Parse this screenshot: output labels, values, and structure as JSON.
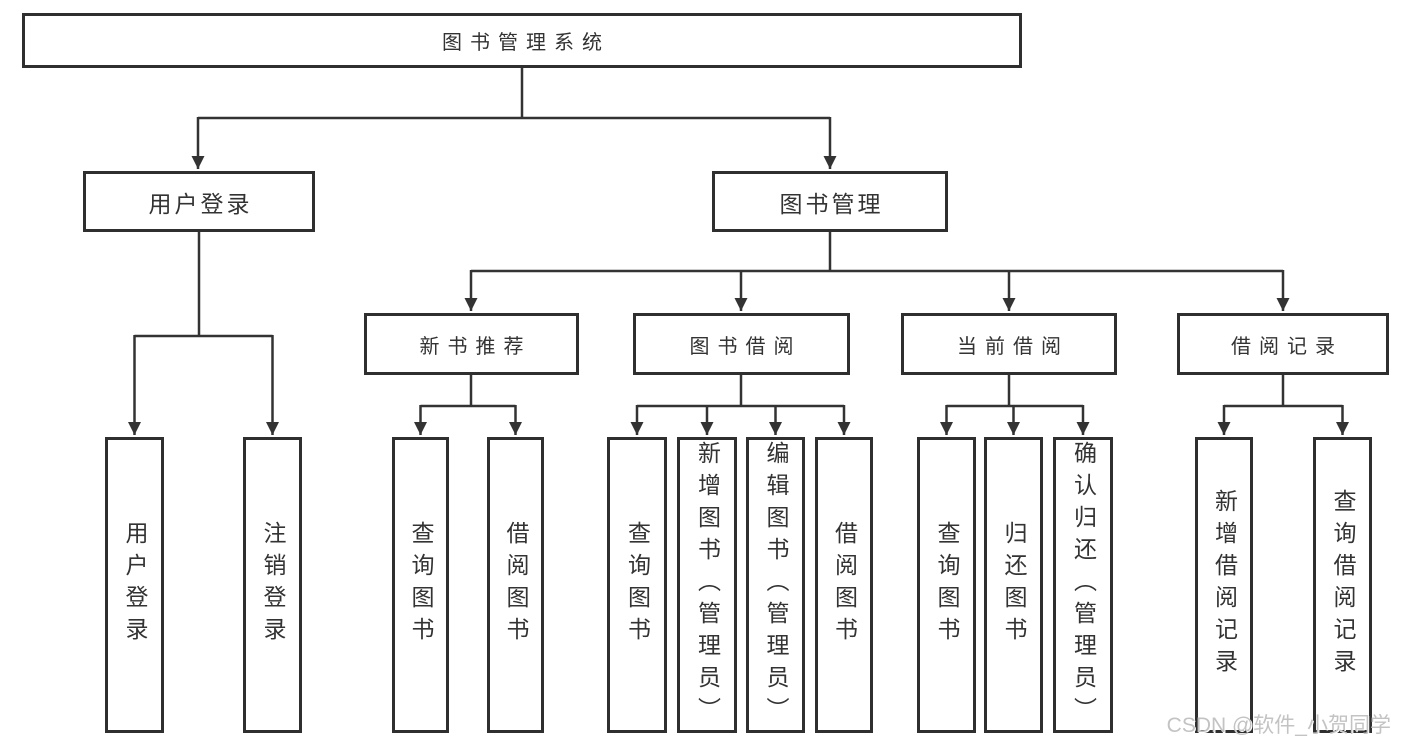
{
  "tree": {
    "label": "图书管理系统",
    "children": [
      {
        "label": "用户登录",
        "children": [
          {
            "label": "用户登录"
          },
          {
            "label": "注销登录"
          }
        ]
      },
      {
        "label": "图书管理",
        "children": [
          {
            "label": "新书推荐",
            "children": [
              {
                "label": "查询图书"
              },
              {
                "label": "借阅图书"
              }
            ]
          },
          {
            "label": "图书借阅",
            "children": [
              {
                "label": "查询图书"
              },
              {
                "label": "新增图书（管理员）"
              },
              {
                "label": "编辑图书（管理员）"
              },
              {
                "label": "借阅图书"
              }
            ]
          },
          {
            "label": "当前借阅",
            "children": [
              {
                "label": "查询图书"
              },
              {
                "label": "归还图书"
              },
              {
                "label": "确认归还（管理员）"
              }
            ]
          },
          {
            "label": "借阅记录",
            "children": [
              {
                "label": "新增借阅记录"
              },
              {
                "label": "查询借阅记录"
              }
            ]
          }
        ]
      }
    ]
  },
  "watermark": {
    "text": "CSDN @软件_小贺同学",
    "color": "#c3c3c3"
  },
  "colors": {
    "line": "#333333",
    "border": "#2f2f2f",
    "background": "#ffffff",
    "text": "#333333"
  }
}
